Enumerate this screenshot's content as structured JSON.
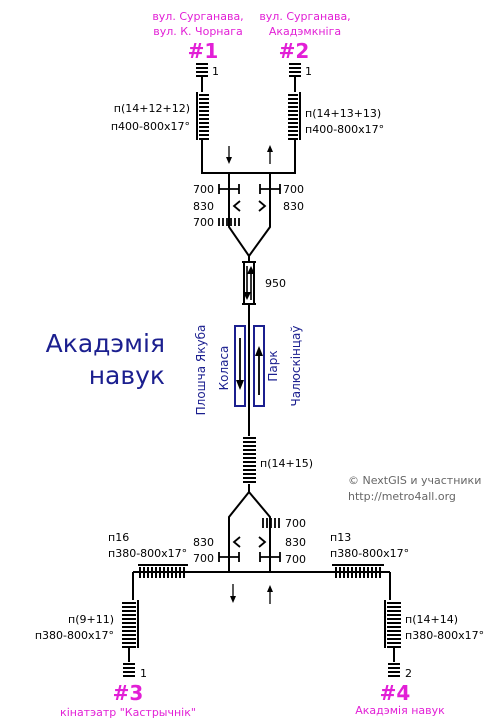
{
  "station": {
    "line1": "Акадэмія",
    "line2": "навук"
  },
  "exits": {
    "e1": {
      "street1": "вул. Сурганава,",
      "street2": "вул. К. Чорнага",
      "num": "#1",
      "stairs_id": "1",
      "stairs": "п(14+12+12)",
      "ramp": "п400-800х17°"
    },
    "e2": {
      "street1": "вул. Сурганава,",
      "street2": "Акадэмкніга",
      "num": "#2",
      "stairs_id": "1",
      "stairs": "п(14+13+13)",
      "ramp": "п400-800х17°"
    },
    "e3": {
      "num": "#3",
      "caption": "кінатэатр \"Кастрычнік\"",
      "stairs_id": "1",
      "stairs": "п(9+11)",
      "ramp": "п380-800х17°"
    },
    "e4": {
      "num": "#4",
      "caption": "Акадэмія навук",
      "stairs_id": "2",
      "stairs": "п(14+14)",
      "ramp": "п380-800х17°"
    }
  },
  "upper_hall": {
    "l700": "700",
    "l830": "830",
    "l700b": "700",
    "r700": "700",
    "r830": "830",
    "passage": "950"
  },
  "platform": {
    "left": "Плошча Якуба Коласа",
    "right": "Парк Чалюскінцаў"
  },
  "lower_hall": {
    "stairs": "п(14+15)",
    "l830": "830",
    "l700": "700",
    "r700": "700",
    "r830": "830",
    "r700b": "700",
    "left_passage": {
      "stairs": "п16",
      "ramp": "п380-800х17°"
    },
    "right_passage": {
      "stairs": "п13",
      "ramp": "п380-800х17°"
    }
  },
  "credits": {
    "line1": "© NextGIS и участники",
    "line2": "http://metro4all.org"
  },
  "colors": {
    "exit": "#e21fd6",
    "station": "#1b1f8f",
    "credit": "#666666"
  }
}
